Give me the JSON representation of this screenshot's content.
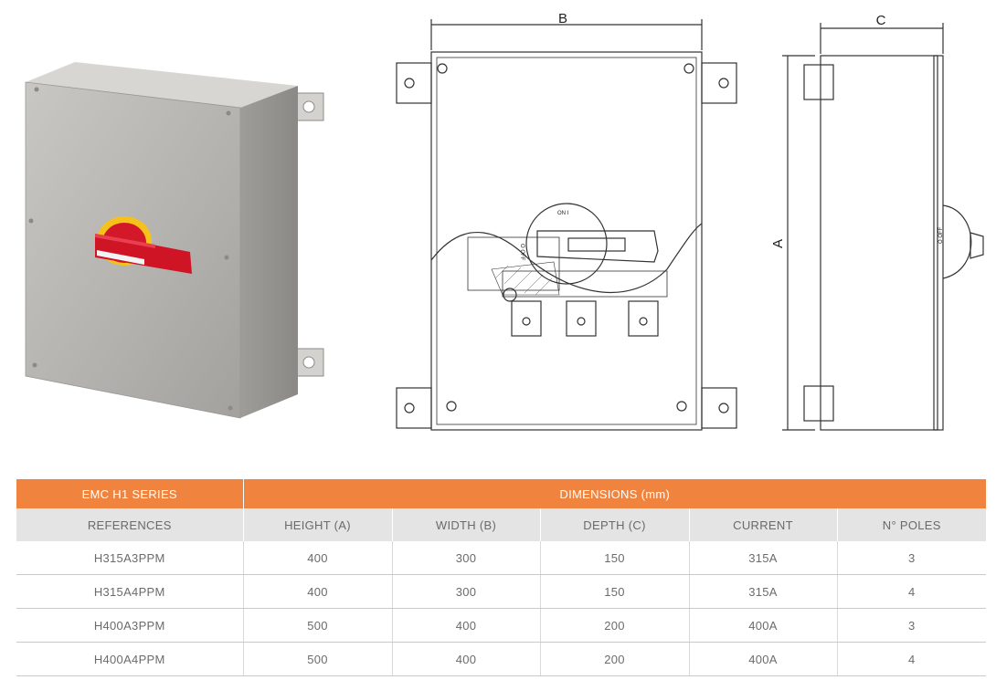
{
  "drawing": {
    "label_a": "A",
    "label_b": "B",
    "label_c": "C",
    "switch_on": "ON I",
    "switch_off": "O OFF",
    "side_off": "O OFF"
  },
  "table": {
    "series": "EMC H1 SERIES",
    "dimensions": "DIMENSIONS (mm)",
    "columns": [
      "REFERENCES",
      "HEIGHT (A)",
      "WIDTH (B)",
      "DEPTH (C)",
      "CURRENT",
      "N° POLES"
    ],
    "rows": [
      [
        "H315A3PPM",
        "400",
        "300",
        "150",
        "315A",
        "3"
      ],
      [
        "H315A4PPM",
        "400",
        "300",
        "150",
        "315A",
        "4"
      ],
      [
        "H400A3PPM",
        "500",
        "400",
        "200",
        "400A",
        "3"
      ],
      [
        "H400A4PPM",
        "500",
        "400",
        "200",
        "400A",
        "4"
      ]
    ]
  }
}
